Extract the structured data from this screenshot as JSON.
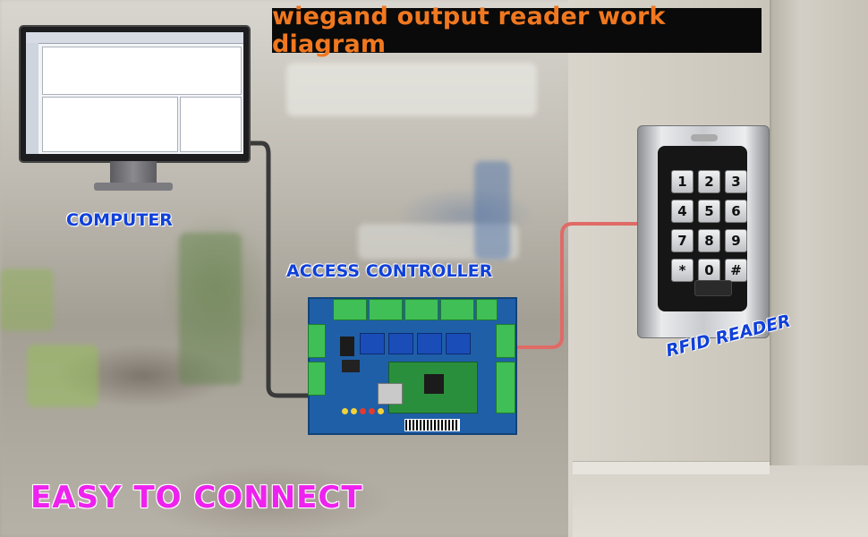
{
  "title": "wiegand output reader work diagram",
  "labels": {
    "computer": "COMPUTER",
    "access_controller": "ACCESS CONTROLLER",
    "rfid_reader": "RFID READER",
    "easy_to_connect": "EASY TO CONNECT"
  },
  "keypad": [
    "1",
    "2",
    "3",
    "4",
    "5",
    "6",
    "7",
    "8",
    "9",
    "*",
    "0",
    "#"
  ],
  "colors": {
    "title_bg": "#0a0a0a",
    "title_text": "#f07820",
    "label_blue": "#1040d8",
    "tagline_magenta": "#ee22ee",
    "cable_dark": "#3a3a3a",
    "cable_red": "#e06a66",
    "board_blue": "#1f5fa8",
    "terminal_green": "#3fbf55"
  },
  "icons": {
    "computer": "monitor-icon",
    "controller": "circuit-board-icon",
    "reader": "keypad-reader-icon"
  }
}
